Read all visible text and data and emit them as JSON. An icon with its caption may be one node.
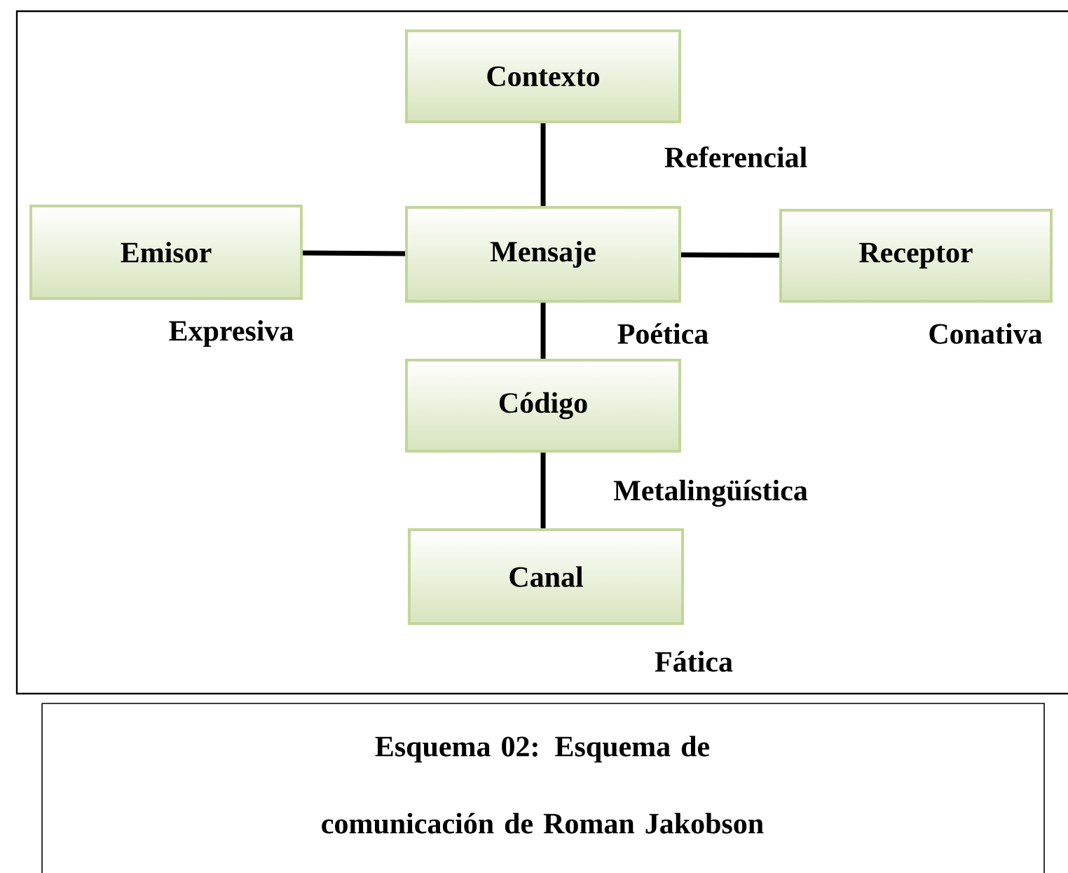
{
  "diagram": {
    "caption": "Esquema 02: Esquema de comunicación de Roman Jakobson",
    "nodes": [
      {
        "text": [
          "Contexto"
        ],
        "beside": [
          "Referencial"
        ]
      },
      {
        "text": [
          "Emisor"
        ],
        "beside": [
          "Expresiva"
        ]
      },
      {
        "text": [
          "Mensaje"
        ],
        "beside": [
          "Poética"
        ]
      },
      {
        "text": [
          "Receptor"
        ],
        "beside": [
          "Conativa"
        ]
      },
      {
        "text": [
          "Código"
        ],
        "beside": [
          "Metalingüística"
        ]
      },
      {
        "text": [
          "Canal"
        ],
        "beside": [
          "Fática"
        ]
      }
    ],
    "edges": [
      {
        "from": 0,
        "to": 2,
        "arrow": "none"
      },
      {
        "from": 1,
        "to": 2,
        "arrow": "none"
      },
      {
        "from": 2,
        "to": 3,
        "arrow": "none"
      },
      {
        "from": 2,
        "to": 4,
        "arrow": "none"
      },
      {
        "from": 4,
        "to": 5,
        "arrow": "none"
      }
    ]
  }
}
